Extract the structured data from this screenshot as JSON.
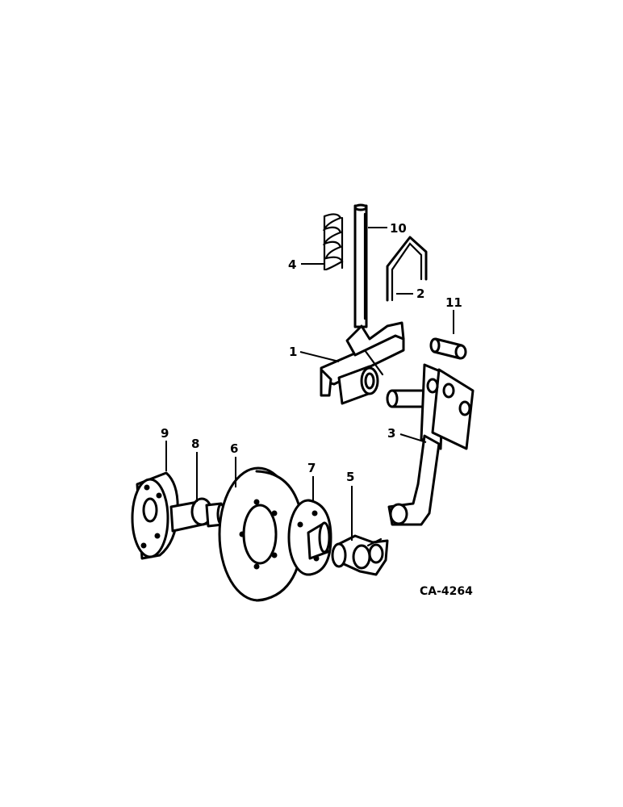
{
  "callouts": [
    "1",
    "2",
    "3",
    "4",
    "5",
    "6",
    "7",
    "8",
    "9",
    "10",
    "11"
  ],
  "drawing_code": "CA-4264"
}
